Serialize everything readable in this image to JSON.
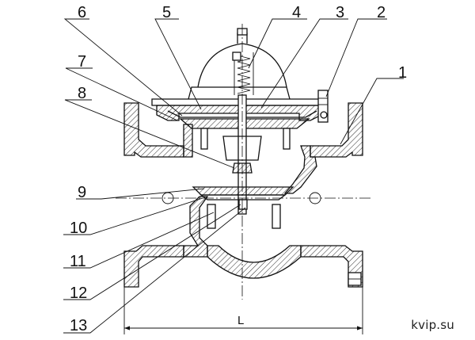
{
  "callouts": [
    {
      "id": "1",
      "label": "1"
    },
    {
      "id": "2",
      "label": "2"
    },
    {
      "id": "3",
      "label": "3"
    },
    {
      "id": "4",
      "label": "4"
    },
    {
      "id": "5",
      "label": "5"
    },
    {
      "id": "6",
      "label": "6"
    },
    {
      "id": "7",
      "label": "7"
    },
    {
      "id": "8",
      "label": "8"
    },
    {
      "id": "9",
      "label": "9"
    },
    {
      "id": "10",
      "label": "10"
    },
    {
      "id": "11",
      "label": "11"
    },
    {
      "id": "12",
      "label": "12"
    },
    {
      "id": "13",
      "label": "13"
    }
  ],
  "dimension": {
    "label": "L"
  },
  "watermark": "kvip.su"
}
